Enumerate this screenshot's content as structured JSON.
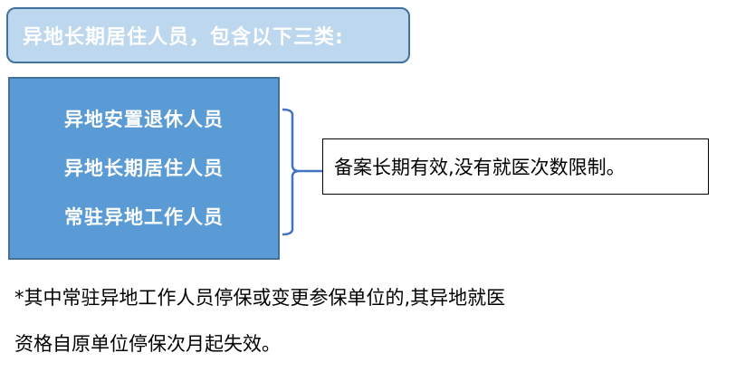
{
  "title": "异地长期居住人员，包含以下三类:",
  "categories": [
    "异地安置退休人员",
    "异地长期居住人员",
    "常驻异地工作人员"
  ],
  "note": "备案长期有效,没有就医次数限制。",
  "footnote": {
    "line1": "*其中常驻异地工作人员停保或变更参保单位的,其异地就医",
    "line2": "资格自原单位停保次月起失效。"
  },
  "colors": {
    "title_bg": "#bdd7ee",
    "box_bg": "#5b9bd5",
    "border": "#41719c",
    "brace": "#4472c4"
  }
}
